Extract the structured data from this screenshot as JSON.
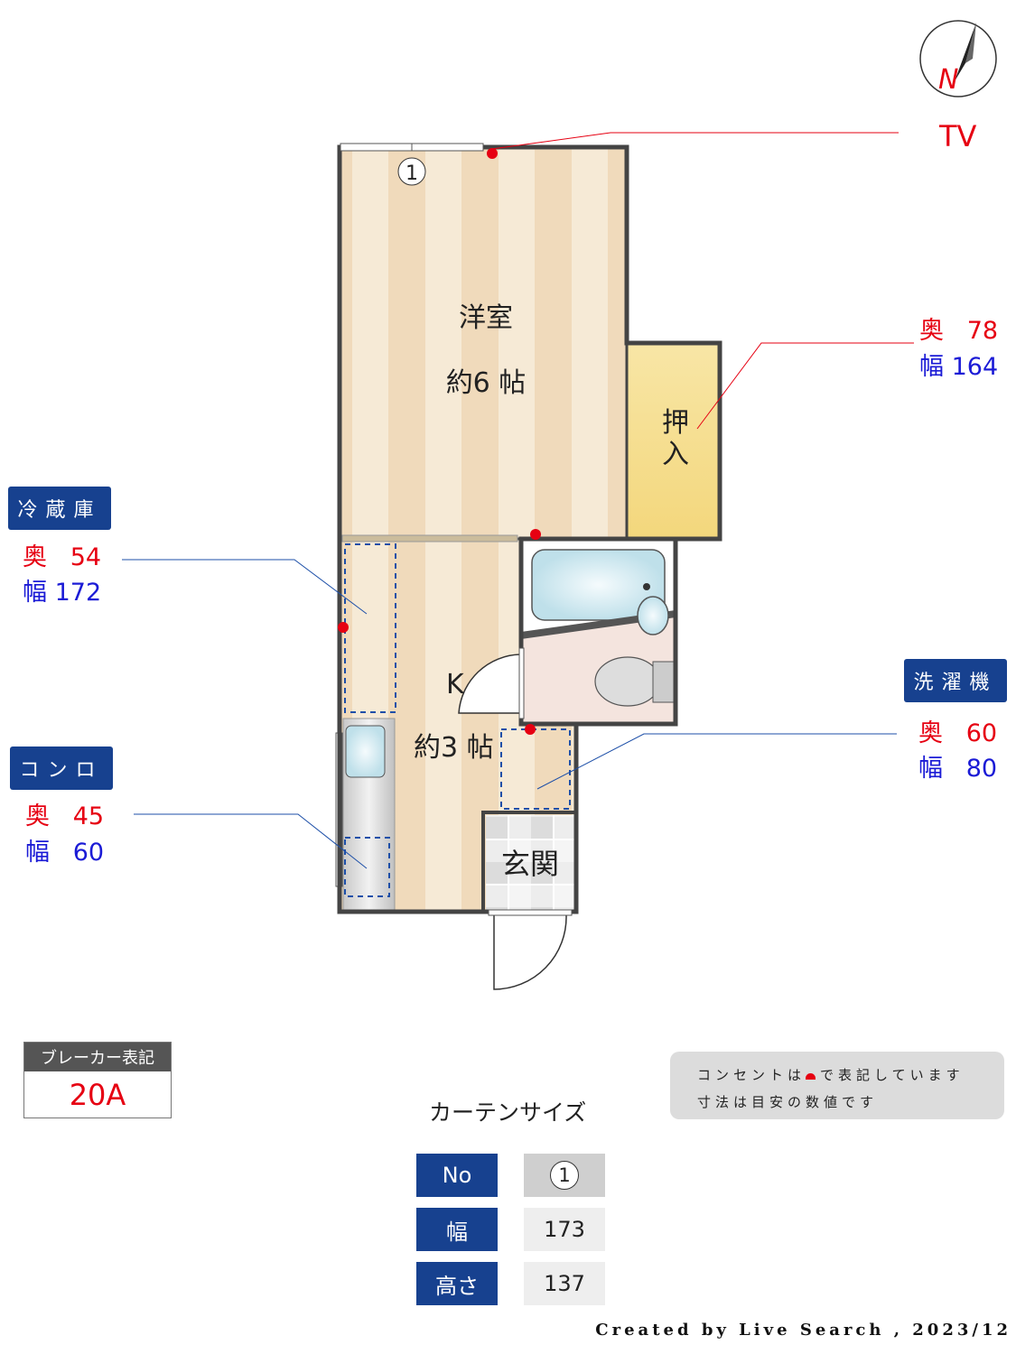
{
  "compass": {
    "label": "N"
  },
  "tv": {
    "label": "TV"
  },
  "rooms": {
    "western": {
      "name": "洋室",
      "size": "約6 帖"
    },
    "closet": {
      "name": "押入"
    },
    "kitchen": {
      "name": "K",
      "size": "約3 帖"
    },
    "entrance": {
      "name": "玄関"
    }
  },
  "window_no": "1",
  "closet_dims": {
    "depth_label": "奥",
    "depth": "78",
    "width_label": "幅",
    "width": "164"
  },
  "fridge": {
    "title": "冷蔵庫",
    "depth_label": "奥",
    "depth": "54",
    "width_label": "幅",
    "width": "172"
  },
  "stove": {
    "title": "コンロ",
    "depth_label": "奥",
    "depth": "45",
    "width_label": "幅",
    "width": "60"
  },
  "washer": {
    "title": "洗濯機",
    "depth_label": "奥",
    "depth": "60",
    "width_label": "幅",
    "width": "80"
  },
  "breaker": {
    "title": "ブレーカー表記",
    "value": "20A"
  },
  "notes": {
    "line1a": "コンセントは",
    "line1b": "で表記しています",
    "line2": "寸法は目安の数値です"
  },
  "curtain": {
    "title": "カーテンサイズ",
    "rows": [
      {
        "label": "No",
        "value": "1"
      },
      {
        "label": "幅",
        "value": "173"
      },
      {
        "label": "高さ",
        "value": "137"
      }
    ]
  },
  "footer": "Created by Live Search , 2023/12",
  "colors": {
    "outlet": "#e60012",
    "tag": "#17418f",
    "wall": "#444444"
  }
}
